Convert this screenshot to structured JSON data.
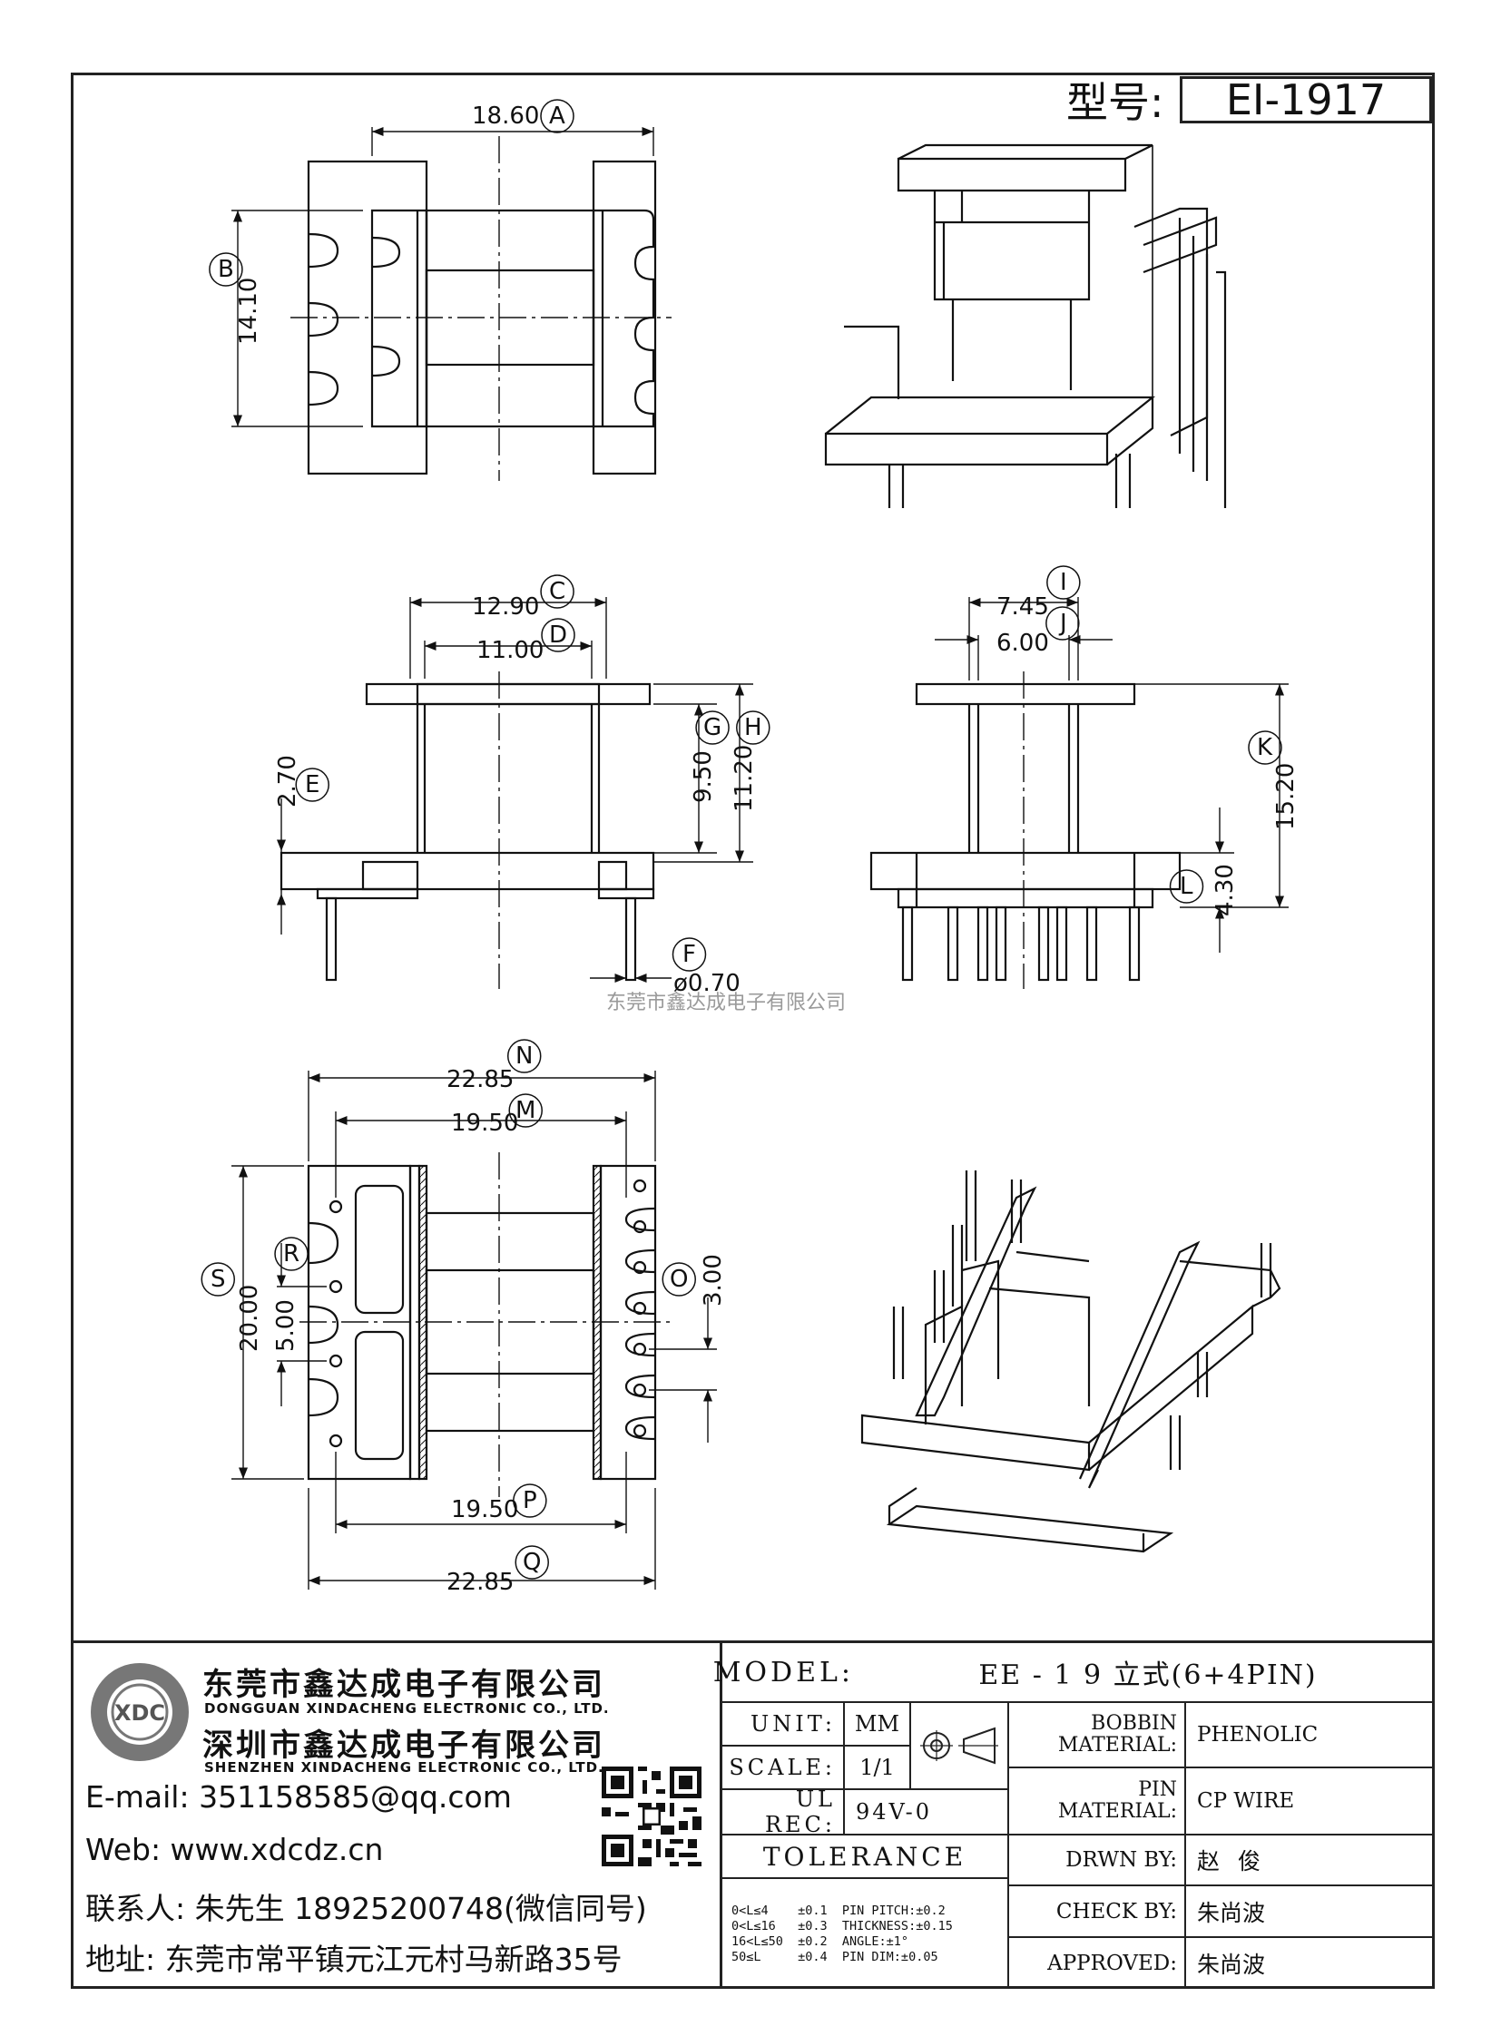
{
  "header": {
    "model_label": "型号:",
    "model_value": "EI-1917"
  },
  "watermark": "东莞市鑫达成电子有限公司",
  "dimensions": {
    "A": {
      "value": "18.60",
      "tag": "A"
    },
    "B": {
      "value": "14.10",
      "tag": "B"
    },
    "C": {
      "value": "12.90",
      "tag": "C"
    },
    "D": {
      "value": "11.00",
      "tag": "D"
    },
    "E": {
      "value": "2.70",
      "tag": "E"
    },
    "F": {
      "value": "ø0.70",
      "tag": "F"
    },
    "G": {
      "value": "9.50",
      "tag": "G"
    },
    "H": {
      "value": "11.20",
      "tag": "H"
    },
    "I": {
      "value": "7.45",
      "tag": "I"
    },
    "J": {
      "value": "6.00",
      "tag": "J"
    },
    "K": {
      "value": "15.20",
      "tag": "K"
    },
    "L": {
      "value": "4.30",
      "tag": "L"
    },
    "N": {
      "value": "22.85",
      "tag": "N"
    },
    "M": {
      "value": "19.50",
      "tag": "M"
    },
    "S": {
      "value": "20.00",
      "tag": "S"
    },
    "R": {
      "value": "5.00",
      "tag": "R"
    },
    "O": {
      "value": "3.00",
      "tag": "O"
    },
    "P": {
      "value": "19.50",
      "tag": "P"
    },
    "Q": {
      "value": "22.85",
      "tag": "Q"
    }
  },
  "company": {
    "cn_name_1": "东莞市鑫达成电子有限公司",
    "en_name_1": "DONGGUAN XINDACHENG ELECTRONIC CO., LTD.",
    "cn_name_2": "深圳市鑫达成电子有限公司",
    "en_name_2": "SHENZHEN XINDACHENG ELECTRONIC CO., LTD.",
    "logo_text": "XDC",
    "email": "E-mail: 351158585@qq.com",
    "web": "Web: www.xdcdz.cn",
    "contact": "联系人: 朱先生 18925200748(微信同号)",
    "address": "地址: 东莞市常平镇元江元村马新路35号"
  },
  "title_block": {
    "model_label": "MODEL:",
    "model_value": "EE - 1 9 立式(6+4PIN)",
    "unit_label": "UNIT:",
    "unit_value": "MM",
    "scale_label": "SCALE:",
    "scale_value": "1/1",
    "ulrec_label": "UL REC:",
    "ulrec_value": "94V-0",
    "tolerance_label": "TOLERANCE",
    "tolerance_lines": [
      "0<L≤4    ±0.1  PIN PITCH:±0.2",
      "0<L≤16   ±0.3  THICKNESS:±0.15",
      "16<L≤50  ±0.2  ANGLE:±1°",
      "50≤L     ±0.4  PIN DIM:±0.05"
    ],
    "bobbin_label": "BOBBIN MATERIAL:",
    "bobbin_value": "PHENOLIC",
    "pin_label": "PIN MATERIAL:",
    "pin_value": "CP WIRE",
    "drawn_label": "DRWN BY:",
    "drawn_value": "赵 俊",
    "check_label": "CHECK BY:",
    "check_value": "朱尚波",
    "approved_label": "APPROVED:",
    "approved_value": "朱尚波"
  }
}
